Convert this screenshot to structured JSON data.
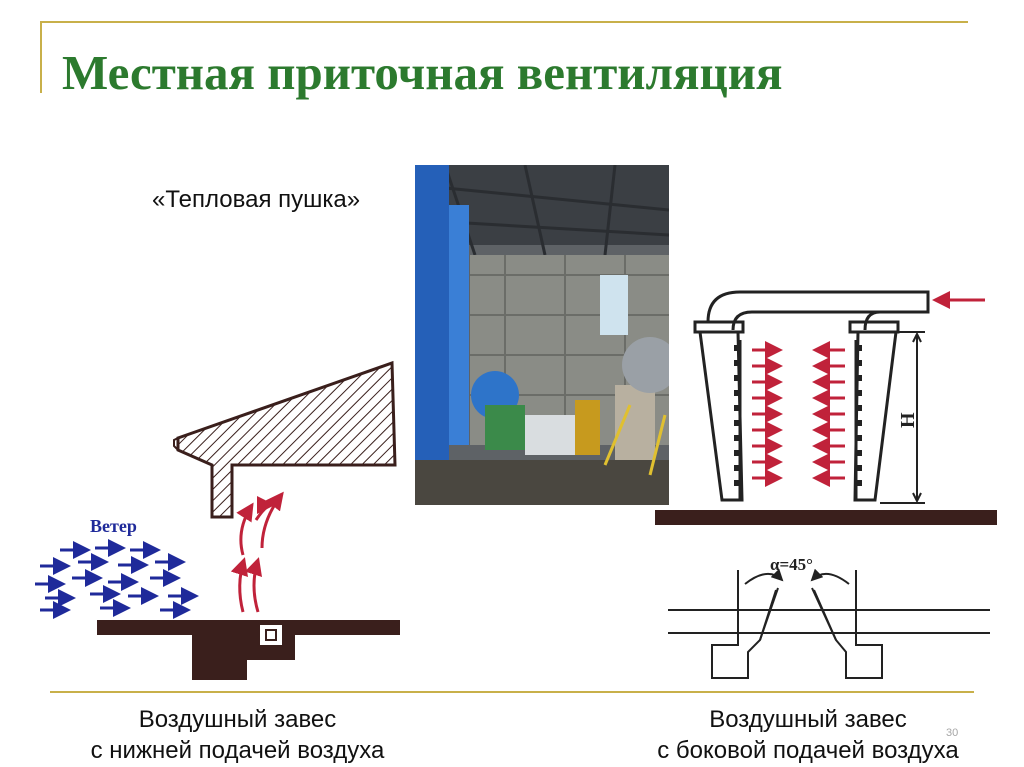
{
  "slide": {
    "title": "Местная приточная вентиляция",
    "photo_caption": "«Тепловая пушка»",
    "left_caption": [
      "Воздушный завес",
      "с нижней подачей воздуха"
    ],
    "right_caption": [
      "Воздушный завес",
      "с боковой подачей воздуха"
    ],
    "page_number": "30"
  },
  "figures": {
    "wind_label": "Ветер",
    "height_label": "H",
    "angle_label": "α=45°"
  },
  "colors": {
    "title": "#2c7a2e",
    "rule": "#c8b04a",
    "wind_arrows": "#1f2a9a",
    "air_arrows": "#c0223a",
    "dark_fill": "#3a1f1c"
  },
  "icons": [
    "heat-gun-photo",
    "hatched-canopy",
    "blue-wind-arrows",
    "red-air-arrows",
    "duct-curtain"
  ]
}
